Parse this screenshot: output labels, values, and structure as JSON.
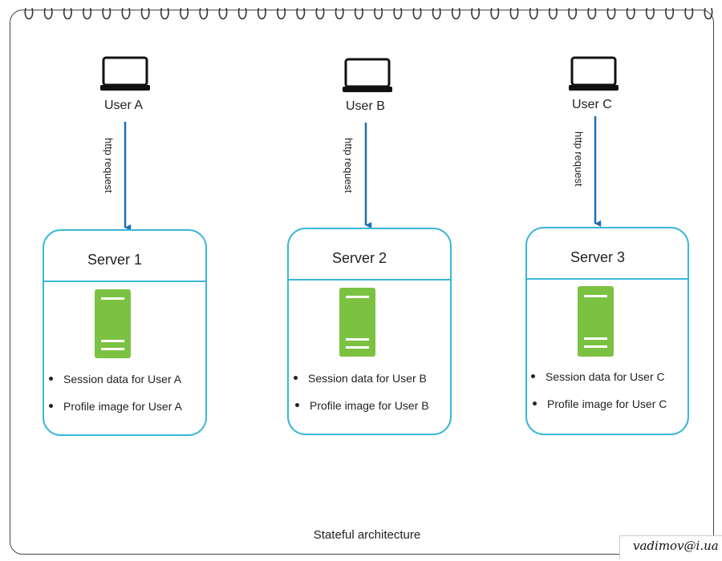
{
  "users": [
    {
      "label": "User A",
      "request_label": "http request"
    },
    {
      "label": "User B",
      "request_label": "http request"
    },
    {
      "label": "User C",
      "request_label": "http request"
    }
  ],
  "servers": [
    {
      "title": "Server 1",
      "items": [
        "Session data for User A",
        "Profile image for User A"
      ]
    },
    {
      "title": "Server 2",
      "items": [
        "Session data for User B",
        "Profile image for User B"
      ]
    },
    {
      "title": "Server 3",
      "items": [
        "Session data for User C",
        "Profile image for User C"
      ]
    }
  ],
  "caption": "Stateful architecture",
  "watermark": "vadimov@i.ua",
  "colors": {
    "server_border": "#3ab7d6",
    "server_icon": "#7cc242",
    "arrow": "#1f6fb2"
  },
  "icons": {
    "user_device": "laptop-icon",
    "server": "server-icon"
  }
}
